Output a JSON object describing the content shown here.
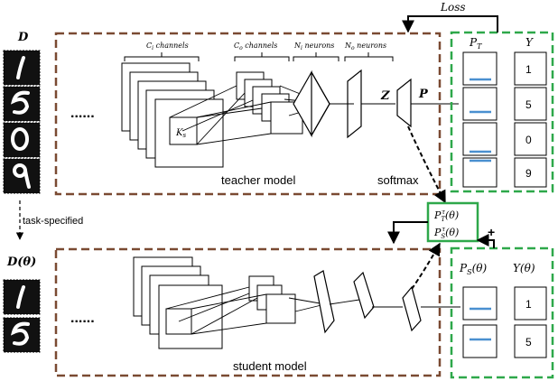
{
  "dataset": {
    "symbol": "D",
    "param_symbol": "D(θ)",
    "teacher_digits": [
      "1",
      "5",
      "0",
      "9"
    ],
    "student_digits": [
      "1",
      "5"
    ]
  },
  "teacher": {
    "label": "teacher model",
    "softmax_label": "softmax",
    "ci_label": "C",
    "ci_sub": "i",
    "ci_suffix": " channels",
    "co_label": "C",
    "co_sub": "o",
    "co_suffix": " channels",
    "ni_label": "N",
    "ni_sub": "i",
    "ni_suffix": " neurons",
    "no_label": "N",
    "no_sub": "o",
    "no_suffix": " neurons",
    "kernel_label": "K",
    "kernel_sub": "s",
    "z_label": "Z",
    "p_label": "P",
    "dots": "......"
  },
  "student": {
    "label": "student model",
    "dots": "......"
  },
  "loss_label": "Loss",
  "task_label": "task-specified",
  "plus_label": "+",
  "teacher_outputs": {
    "pt_header_base": "P",
    "pt_header_sub": "T",
    "y_header": "Y",
    "labels": [
      "1",
      "5",
      "0",
      "9"
    ]
  },
  "student_outputs": {
    "ps_header": "P",
    "ps_sub": "S",
    "ps_suffix": "(θ)",
    "y_header": "Y(θ)",
    "labels": [
      "1",
      "5"
    ]
  },
  "soft_box": {
    "line1_base": "P",
    "line1_sub": "T",
    "line1_sup": "τ",
    "line1_suffix": "(θ)",
    "line2_base": "P",
    "line2_sub": "S",
    "line2_sup": "τ",
    "line2_suffix": "(θ)"
  },
  "colors": {
    "brown": "#7a4a32",
    "green": "#2ea84a",
    "blue": "#4a90d0"
  }
}
